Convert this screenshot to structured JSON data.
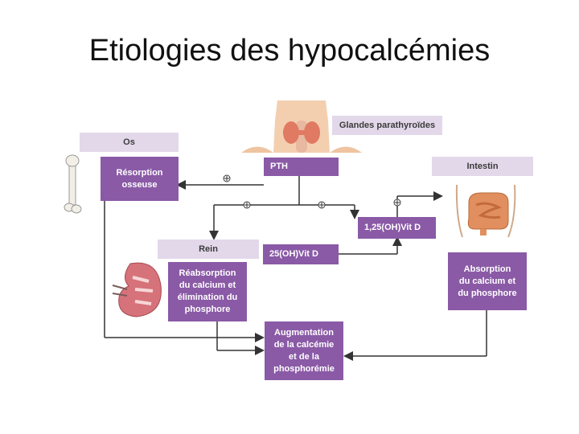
{
  "page": {
    "title": "Etiologies des hypocalcémies"
  },
  "labels": {
    "os": "Os",
    "glandes": "Glandes parathyroïdes",
    "intestin": "Intestin",
    "rein": "Rein"
  },
  "boxes": {
    "resorption": "Résorption\nosseuse",
    "pth": "PTH",
    "vitd_125": "1,25(OH)Vit D",
    "vitd_25": "25(OH)Vit D",
    "reabsorption": "Réabsorption\ndu calcium et\nélimination du\nphosphore",
    "absorption": "Absorption\ndu calcium et\ndu phosphore",
    "augmentation": "Augmentation\nde la calcémie\net de la\nphosphorémie"
  },
  "signs": {
    "plus": "+"
  },
  "colors": {
    "box": "#8a5aa6",
    "label": "#e3d8ea",
    "line": "#333333"
  }
}
